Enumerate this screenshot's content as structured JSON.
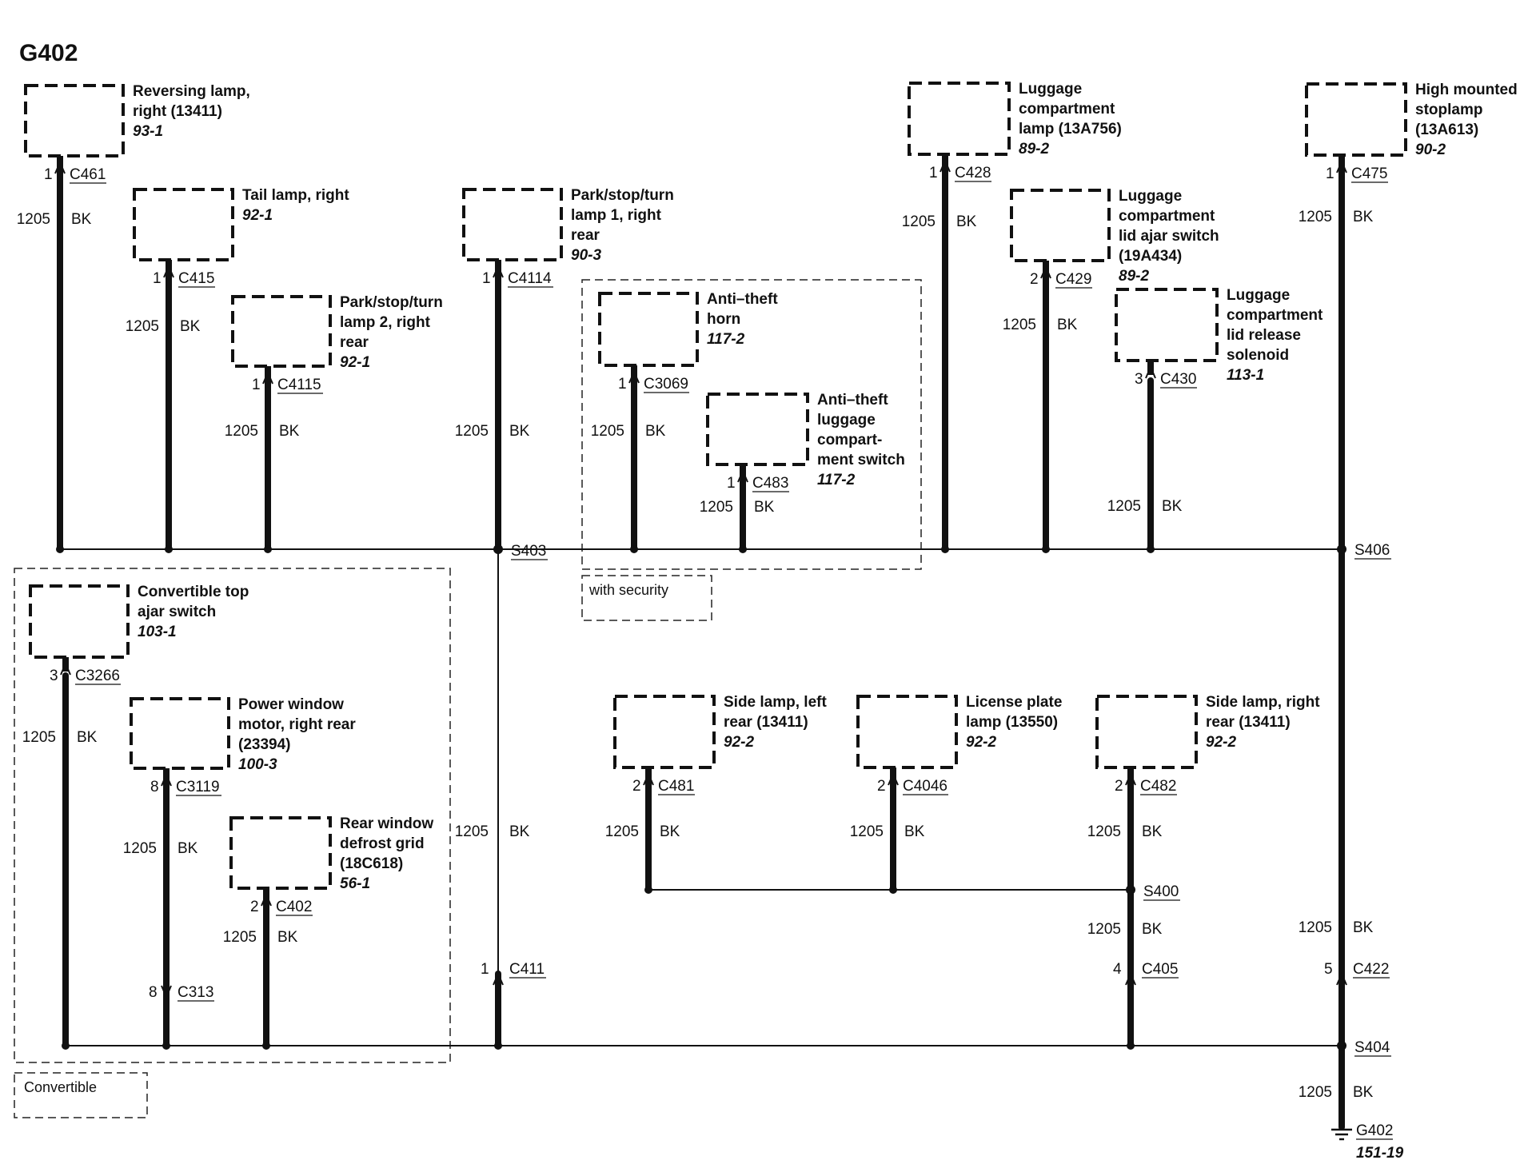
{
  "diagram": {
    "title": "G402",
    "wire": {
      "number": "1205",
      "color": "BK"
    },
    "components": [
      {
        "id": "reversing",
        "lines": [
          "Reversing lamp,",
          "right (13411)"
        ],
        "ref": "93-1",
        "pin": "1",
        "connector": "C461"
      },
      {
        "id": "tail",
        "lines": [
          "Tail lamp, right"
        ],
        "ref": "92-1",
        "pin": "1",
        "connector": "C415"
      },
      {
        "id": "park2",
        "lines": [
          "Park/stop/turn",
          "lamp 2, right",
          "rear"
        ],
        "ref": "92-1",
        "pin": "1",
        "connector": "C4115"
      },
      {
        "id": "park1",
        "lines": [
          "Park/stop/turn",
          "lamp 1, right",
          "rear"
        ],
        "ref": "90-3",
        "pin": "1",
        "connector": "C4114"
      },
      {
        "id": "horn",
        "lines": [
          "Anti–theft",
          "horn"
        ],
        "ref": "117-2",
        "pin": "1",
        "connector": "C3069"
      },
      {
        "id": "atswitch",
        "lines": [
          "Anti–theft",
          "luggage",
          "compart-",
          "ment switch"
        ],
        "ref": "117-2",
        "pin": "1",
        "connector": "C483"
      },
      {
        "id": "lugglamp",
        "lines": [
          "Luggage",
          "compartment",
          "lamp (13A756)"
        ],
        "ref": "89-2",
        "pin": "1",
        "connector": "C428"
      },
      {
        "id": "lidajar",
        "lines": [
          "Luggage",
          "compartment",
          "lid ajar switch",
          "(19A434)"
        ],
        "ref": "89-2",
        "pin": "2",
        "connector": "C429"
      },
      {
        "id": "lidrelease",
        "lines": [
          "Luggage",
          "compartment",
          "lid release",
          "solenoid"
        ],
        "ref": "113-1",
        "pin": "3",
        "connector": "C430"
      },
      {
        "id": "hmsl",
        "lines": [
          "High mounted",
          "stoplamp",
          "(13A613)"
        ],
        "ref": "90-2",
        "pin": "1",
        "connector": "C475"
      },
      {
        "id": "convtop",
        "lines": [
          "Convertible top",
          "ajar switch"
        ],
        "ref": "103-1",
        "pin": "3",
        "connector": "C3266"
      },
      {
        "id": "pwm",
        "lines": [
          "Power window",
          "motor, right rear",
          "(23394)"
        ],
        "ref": "100-3",
        "pin": "8",
        "connector": "C3119"
      },
      {
        "id": "defrost",
        "lines": [
          "Rear window",
          "defrost grid",
          "(18C618)"
        ],
        "ref": "56-1",
        "pin": "2",
        "connector": "C402"
      },
      {
        "id": "sidel",
        "lines": [
          "Side lamp, left",
          "rear (13411)"
        ],
        "ref": "92-2",
        "pin": "2",
        "connector": "C481"
      },
      {
        "id": "license",
        "lines": [
          "License plate",
          "lamp (13550)"
        ],
        "ref": "92-2",
        "pin": "2",
        "connector": "C4046"
      },
      {
        "id": "sider",
        "lines": [
          "Side lamp, right",
          "rear (13411)"
        ],
        "ref": "92-2",
        "pin": "2",
        "connector": "C482"
      }
    ],
    "inline_connectors": [
      {
        "id": "c313",
        "pin": "8",
        "connector": "C313"
      },
      {
        "id": "c411",
        "pin": "1",
        "connector": "C411"
      },
      {
        "id": "c405",
        "pin": "4",
        "connector": "C405"
      },
      {
        "id": "c422",
        "pin": "5",
        "connector": "C422"
      }
    ],
    "splices": [
      "S403",
      "S406",
      "S400",
      "S404"
    ],
    "ground": {
      "name": "G402",
      "ref": "151-19"
    },
    "options": {
      "security": "with security",
      "convertible": "Convertible"
    }
  }
}
